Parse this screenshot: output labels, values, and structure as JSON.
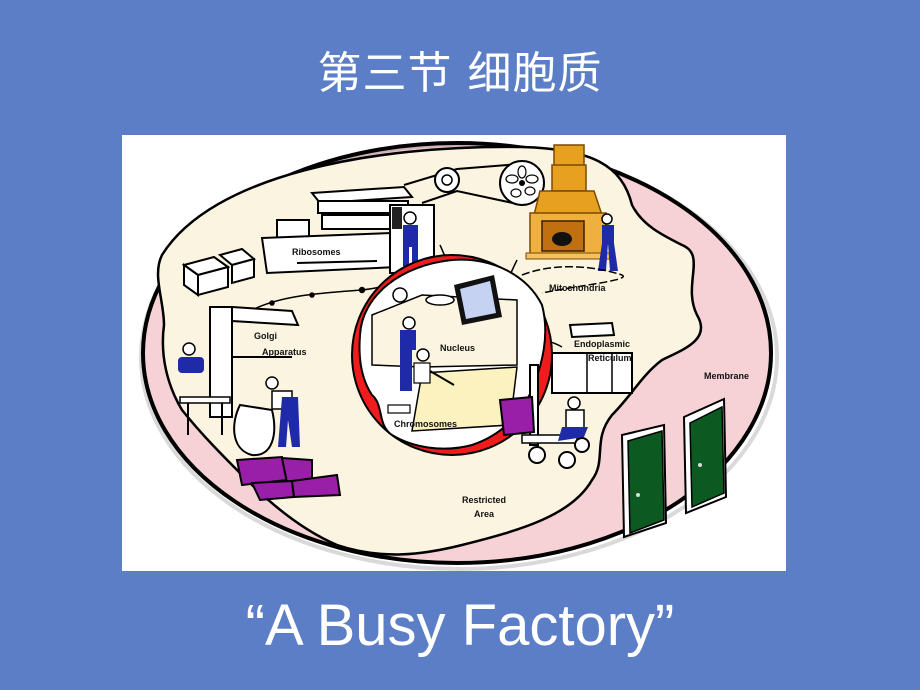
{
  "slide": {
    "title": "第三节 细胞质",
    "caption": "“A Busy Factory”",
    "background_color": "#5b7ec6",
    "text_color": "#ffffff"
  },
  "figure": {
    "description": "Cartoon of a cell depicted as a factory with workers",
    "colors": {
      "membrane_pink": "#f6d2d6",
      "cytoplasm_cream": "#fbf4e0",
      "nucleus_red": "#ee1c1c",
      "worker_blue": "#1f2aa8",
      "furnace_orange": "#e8a020",
      "package_purple": "#9a1fa8",
      "door_green": "#0c5a22"
    },
    "labels": {
      "ribosomes": "Ribosomes",
      "mitochondria": "Mitochondria",
      "golgi_line1": "Golgi",
      "golgi_line2": "Apparatus",
      "nucleus": "Nucleus",
      "chromosomes": "Chromosomes",
      "er_line1": "Endoplasmic",
      "er_line2": "Reticulum",
      "membrane": "Membrane",
      "restricted_line1": "Restricted",
      "restricted_line2": "Area"
    }
  }
}
